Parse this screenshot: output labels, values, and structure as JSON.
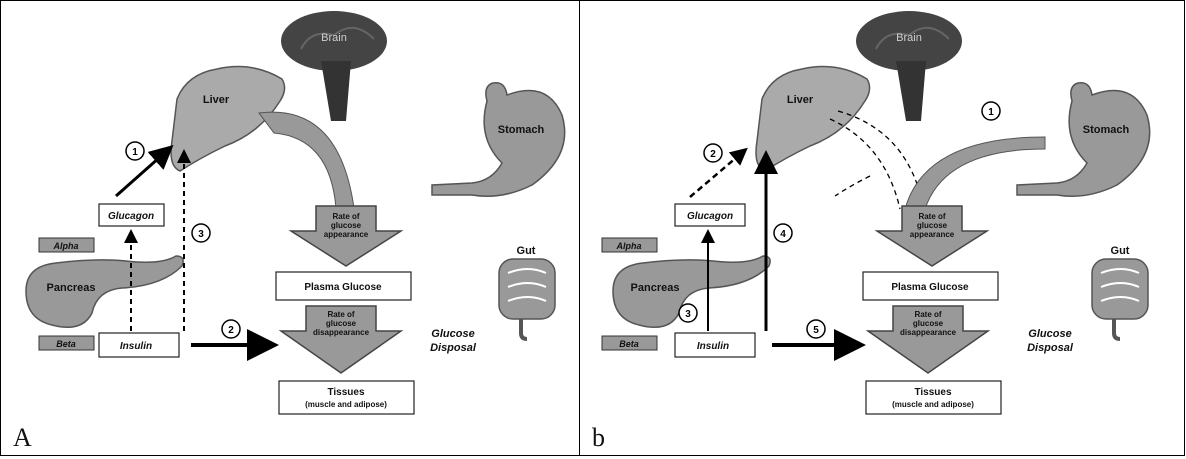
{
  "panels": [
    {
      "letter": "A",
      "labels": {
        "brain": "Brain",
        "liver": "Liver",
        "stomach": "Stomach",
        "gut": "Gut",
        "pancreas": "Pancreas",
        "alpha": "Alpha",
        "beta": "Beta",
        "glucagon": "Glucagon",
        "insulin": "Insulin",
        "appearance": [
          "Rate of",
          "glucose",
          "appearance"
        ],
        "plasma": "Plasma Glucose",
        "disappearance": [
          "Rate of",
          "glucose",
          "disappearance"
        ],
        "disposal": [
          "Glucose",
          "Disposal"
        ],
        "tissues": [
          "Tissues",
          "(muscle and adipose)"
        ]
      },
      "steps": [
        "1",
        "2",
        "3"
      ]
    },
    {
      "letter": "b",
      "labels": {
        "brain": "Brain",
        "liver": "Liver",
        "stomach": "Stomach",
        "gut": "Gut",
        "pancreas": "Pancreas",
        "alpha": "Alpha",
        "beta": "Beta",
        "glucagon": "Glucagon",
        "insulin": "Insulin",
        "appearance": [
          "Rate of",
          "glucose",
          "appearance"
        ],
        "plasma": "Plasma Glucose",
        "disappearance": [
          "Rate of",
          "glucose",
          "disappearance"
        ],
        "disposal": [
          "Glucose",
          "Disposal"
        ],
        "tissues": [
          "Tissues",
          "(muscle and adipose)"
        ]
      },
      "steps": [
        "1",
        "2",
        "3",
        "4",
        "5"
      ]
    }
  ]
}
